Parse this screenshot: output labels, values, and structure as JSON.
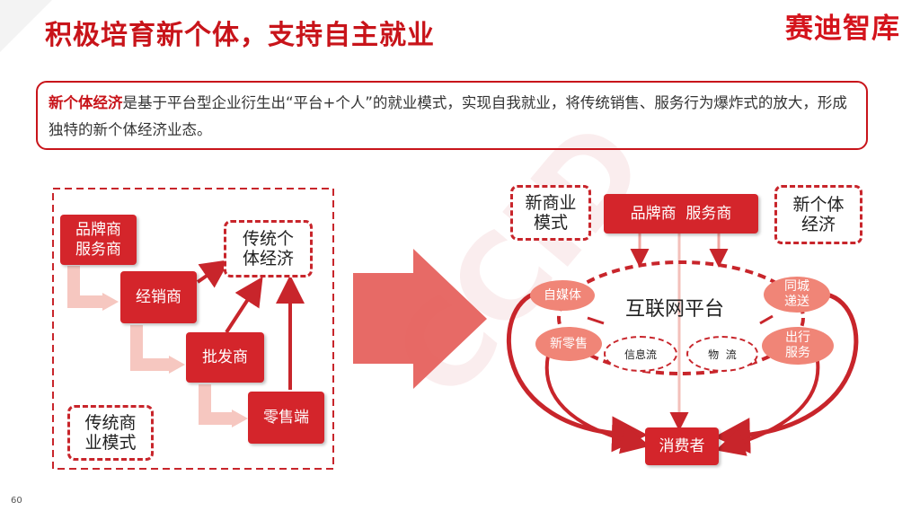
{
  "header": {
    "title": "积极培育新个体，支持自主就业",
    "brand": "赛迪智库"
  },
  "intro": {
    "highlight": "新个体经济",
    "text": "是基于平台型企业衍生出“平台+个人”的就业模式，实现自我就业，将传统销售、服务行为爆炸式的放大，形成独特的新个体经济业态。"
  },
  "watermark": {
    "text": "CCID 赛迪"
  },
  "left_diagram": {
    "steps": [
      {
        "label": "品牌商\n服务商"
      },
      {
        "label": "经销商"
      },
      {
        "label": "批发商"
      },
      {
        "label": "零售端"
      }
    ],
    "outcome": "传统个\n体经济",
    "model_label": "传统商\n业模式"
  },
  "right_diagram": {
    "top_box": "品牌商  服务商",
    "model_label": "新商业\n模式",
    "outcome": "新个体\n经济",
    "platform": "互联网平台",
    "left_nodes": [
      "自媒体",
      "新零售"
    ],
    "right_nodes": [
      "同城\n递送",
      "出行\n服务"
    ],
    "flows": [
      "信息流",
      "物  流"
    ],
    "consumer": "消费者"
  },
  "page": {
    "number": "60"
  },
  "colors": {
    "primary": "#c8141a",
    "box_red": "#d4252b",
    "salmon": "#f08577"
  }
}
